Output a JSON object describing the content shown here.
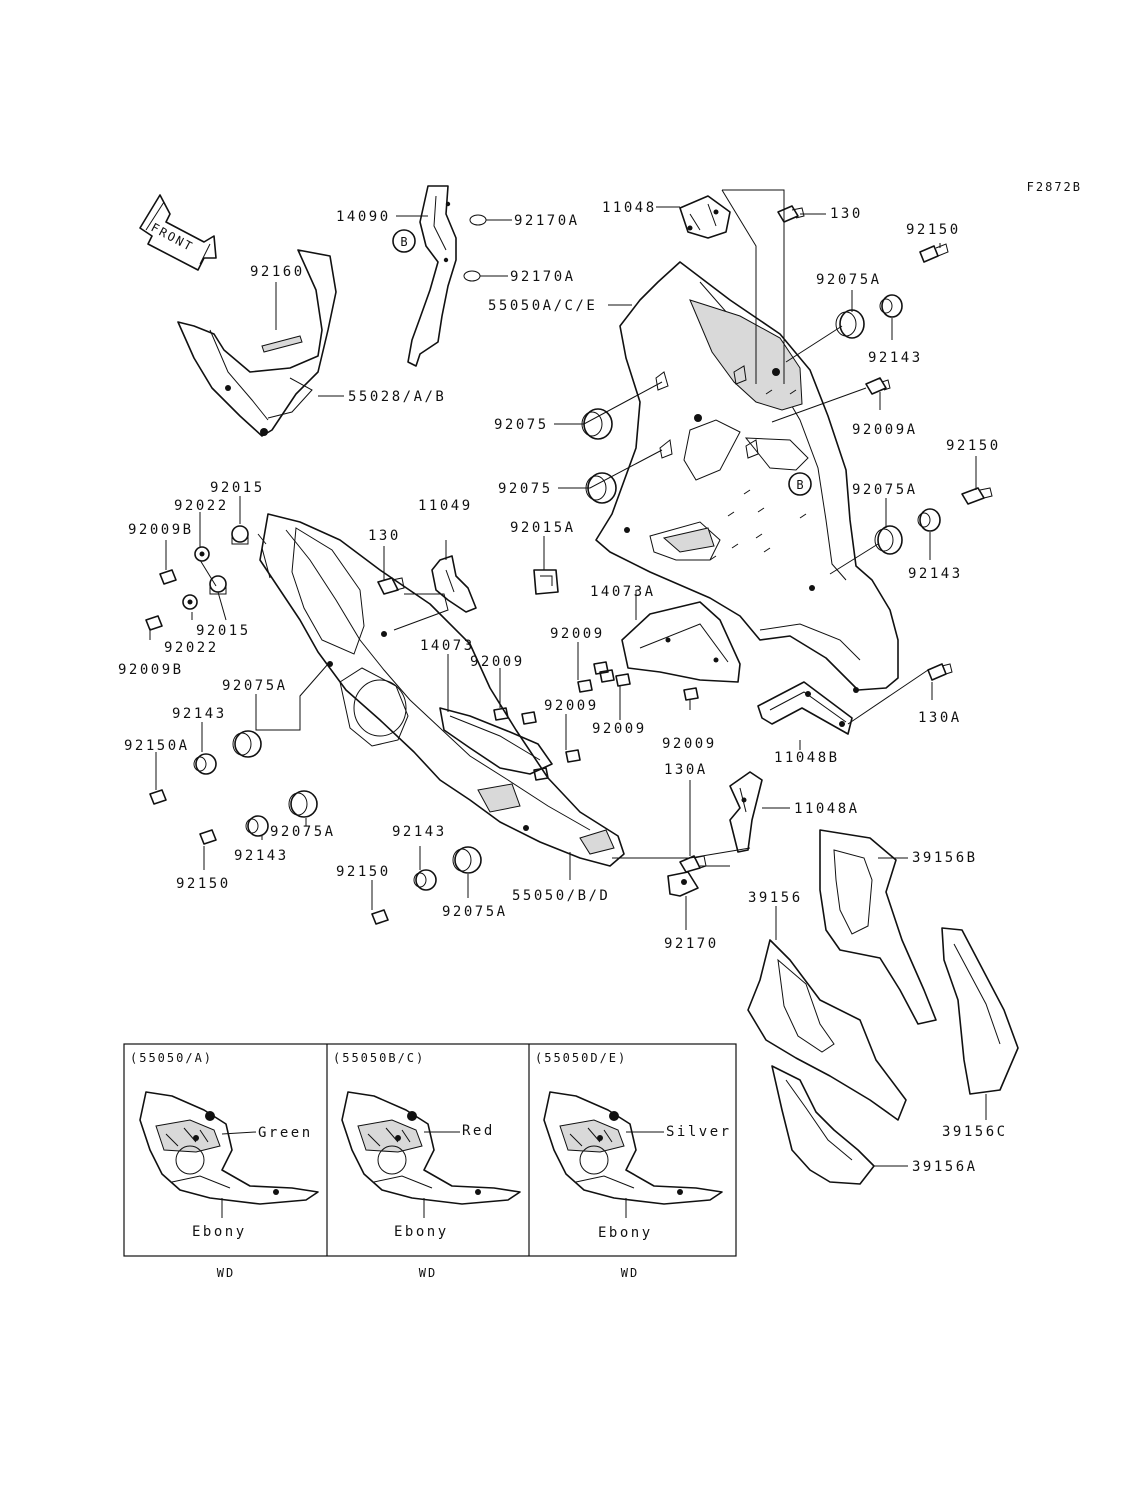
{
  "figure_code": "F2872B",
  "front_label": "FRONT",
  "ref_marker": "B",
  "callouts": {
    "p14090": "14090",
    "p92170A_1": "92170A",
    "p92170A_2": "92170A",
    "p11048": "11048",
    "p130_top": "130",
    "p92150_top": "92150",
    "p92160": "92160",
    "p55050ACE": "55050A/C/E",
    "p92075A_top": "92075A",
    "p92143_top": "92143",
    "p55028AB": "55028/A/B",
    "p92075_1": "92075",
    "p92009A": "92009A",
    "p92150_mid": "92150",
    "p92075_2": "92075",
    "p92075A_mid": "92075A",
    "p92015_top": "92015",
    "p92022_top": "92022",
    "p11049": "11049",
    "p92009B_top": "92009B",
    "p130_left": "130",
    "p92015A": "92015A",
    "p92143_mid": "92143",
    "p14073A": "14073A",
    "p92015_bot": "92015",
    "p92022_bot": "92022",
    "p92009_a": "92009",
    "p92009B_bot": "92009B",
    "p14073": "14073",
    "p92009_b": "92009",
    "p92075A_left": "92075A",
    "p92009_c": "92009",
    "p92009_d": "92009",
    "p92009_e": "92009",
    "p130A_right": "130A",
    "p92143_left": "92143",
    "p11048B": "11048B",
    "p92150A": "92150A",
    "p130A_mid": "130A",
    "p11048A": "11048A",
    "p92075A_bot1": "92075A",
    "p92143_bot1": "92143",
    "p92143_bot2": "92143",
    "p39156B": "39156B",
    "p92150_bot1": "92150",
    "p92150_bot2": "92150",
    "p55050BD": "55050/B/D",
    "p92075A_bot2": "92075A",
    "p39156": "39156",
    "p92170": "92170",
    "p39156C": "39156C",
    "p39156A": "39156A"
  },
  "variants": [
    {
      "header": "(55050/A)",
      "color_label": "Green",
      "lower_label": "Ebony",
      "footer": "WD"
    },
    {
      "header": "(55050B/C)",
      "color_label": "Red",
      "lower_label": "Ebony",
      "footer": "WD"
    },
    {
      "header": "(55050D/E)",
      "color_label": "Silver",
      "lower_label": "Ebony",
      "footer": "WD"
    }
  ]
}
